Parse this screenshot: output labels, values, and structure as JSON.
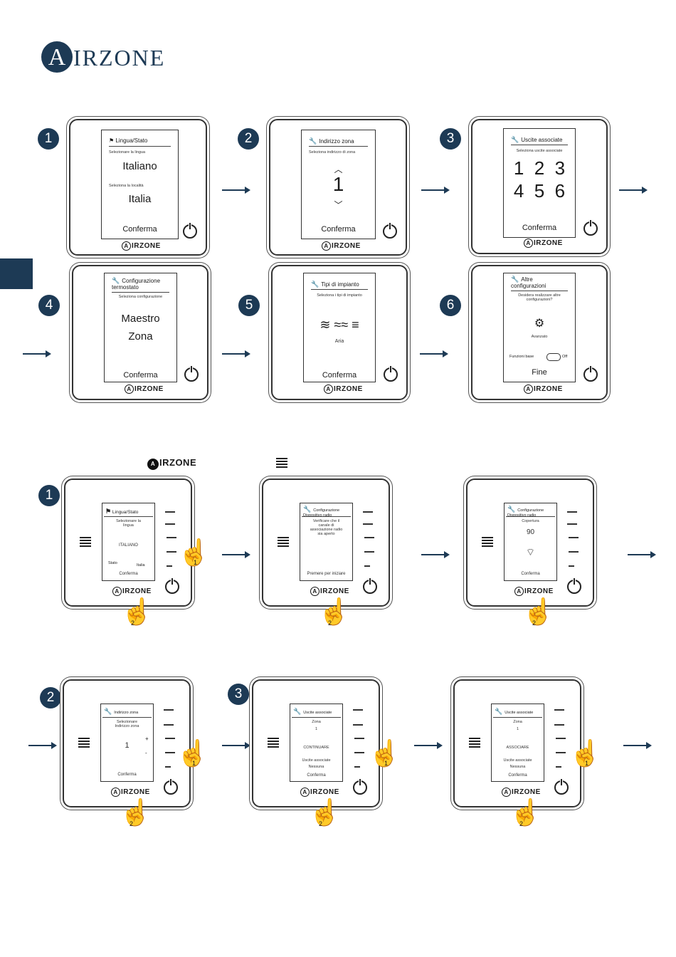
{
  "brand": {
    "name": "IRZONE",
    "initial": "A",
    "color": "#1d3a55"
  },
  "top_steps": [
    {
      "num": "1",
      "title": "Lingua/Stato",
      "sub1": "Selezionare la lingua",
      "val1": "Italiano",
      "sub2": "Seleziona la località",
      "val2": "Italia",
      "footer": "Conferma"
    },
    {
      "num": "2",
      "title": "Indirizzo zona",
      "sub1": "Seleziona indirizzo di zona",
      "value": "1",
      "footer": "Conferma"
    },
    {
      "num": "3",
      "title": "Uscite associate",
      "sub1": "Seleziona uscite associate",
      "row1": "1  2  3",
      "row2": "4  5  6",
      "footer": "Conferma"
    },
    {
      "num": "4",
      "title": "Configurazione termostato",
      "sub1": "Seleziona configurazione",
      "val1": "Maestro",
      "val2": "Zona",
      "footer": "Conferma"
    },
    {
      "num": "5",
      "title": "Tipi di impianto",
      "sub1": "Seleziona i tipi di impianto",
      "label": "Aria",
      "footer": "Conferma"
    },
    {
      "num": "6",
      "title": "Altre configurazioni",
      "sub1": "Desidera realizzare altre configurazioni?",
      "label": "Avanzato",
      "toggle_label": "Funzioni base",
      "toggle_value": "Off",
      "footer": "Fine"
    }
  ],
  "lite": {
    "header_logo": "IRZONE",
    "steps": [
      {
        "num": "1",
        "title": "Lingua/Stato",
        "sub": "Selezionare la lingua",
        "value": "ITALIANO",
        "state_label": "Stato",
        "state_value": "Italia",
        "footer": "Conferma",
        "tap1": "1",
        "tap2": "2"
      },
      {
        "title": "Configurazione Dispositivo radio",
        "sub": "Verificare che il canale di associazione radio sia aperto",
        "footer": "Premere per iniziare",
        "tap2": "2"
      },
      {
        "title": "Configurazione Dispositivo radio",
        "sub": "Copertura",
        "value": "90",
        "footer": "Conferma",
        "tap2": "2"
      },
      {
        "num": "2",
        "title": "Indirizzo zona",
        "sub": "Selezionare Indirizzo zona",
        "value": "1",
        "plus": "+",
        "minus": "-",
        "footer": "Conferma",
        "tap1": "1",
        "tap2": "2"
      },
      {
        "num": "3",
        "title": "Uscite associate",
        "zone_label": "Zona",
        "zone_value": "1",
        "value": "CONTINUARE",
        "out_label": "Uscite associate",
        "out_value": "Nessuna",
        "footer": "Conferma",
        "tap1": "1",
        "tap2": "2"
      },
      {
        "title": "Uscite associate",
        "zone_label": "Zona",
        "zone_value": "1",
        "value": "ASSOCIARE",
        "out_label": "Uscite associate",
        "out_value": "Nessuna",
        "footer": "Conferma",
        "tap1": "1",
        "tap2": "2"
      }
    ]
  }
}
